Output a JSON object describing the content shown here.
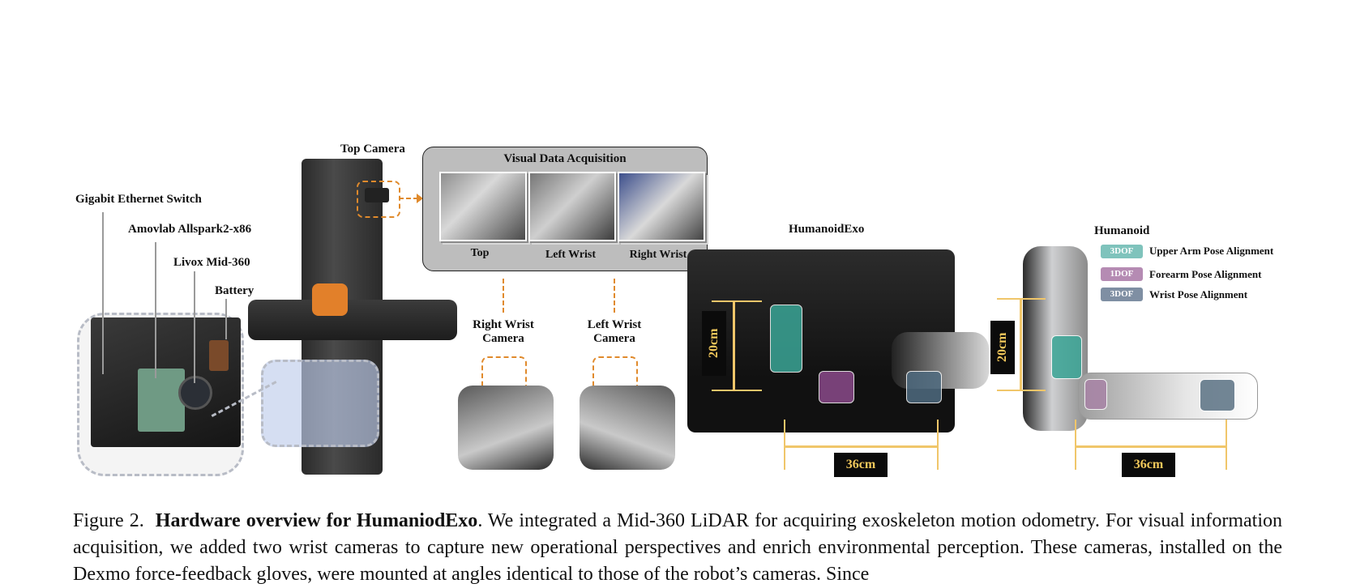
{
  "figure": {
    "labels": {
      "gigabit_switch": "Gigabit Ethernet Switch",
      "amovlab": "Amovlab Allspark2-x86",
      "livox": "Livox Mid-360",
      "battery": "Battery",
      "top_camera": "Top Camera",
      "right_wrist_camera": "Right Wrist\nCamera",
      "left_wrist_camera": "Left Wrist\nCamera",
      "humanoid_exo": "HumanoidExo",
      "humanoid": "Humanoid"
    },
    "visual_panel": {
      "title": "Visual Data Acquisition",
      "views": [
        "Top",
        "Left Wrist",
        "Right Wrist"
      ]
    },
    "legend": [
      {
        "badge": "3DOF",
        "text": "Upper Arm Pose Alignment",
        "color": "#7fc3bc"
      },
      {
        "badge": "1DOF",
        "text": "Forearm Pose Alignment",
        "color": "#b58bb3"
      },
      {
        "badge": "3DOF",
        "text": "Wrist Pose Alignment",
        "color": "#7f8fa3"
      }
    ],
    "dimensions": {
      "exo_height": "20cm",
      "exo_width": "36cm",
      "robot_height": "20cm",
      "robot_width": "36cm"
    },
    "colors": {
      "accent_dash": "#e08a2c",
      "dimension_line": "#f0c66a",
      "dimension_text": "#f2c85b"
    }
  },
  "caption": {
    "prefix": "Figure 2.",
    "title": "Hardware overview for HumaniodExo",
    "body": ". We integrated a Mid-360 LiDAR for acquiring exoskeleton motion odometry. For visual information acquisition, we added two wrist cameras to capture new operational perspectives and enrich environmental perception. These cameras, installed on the Dexmo force-feedback gloves, were mounted at angles identical to those of the robot’s cameras. Since"
  }
}
